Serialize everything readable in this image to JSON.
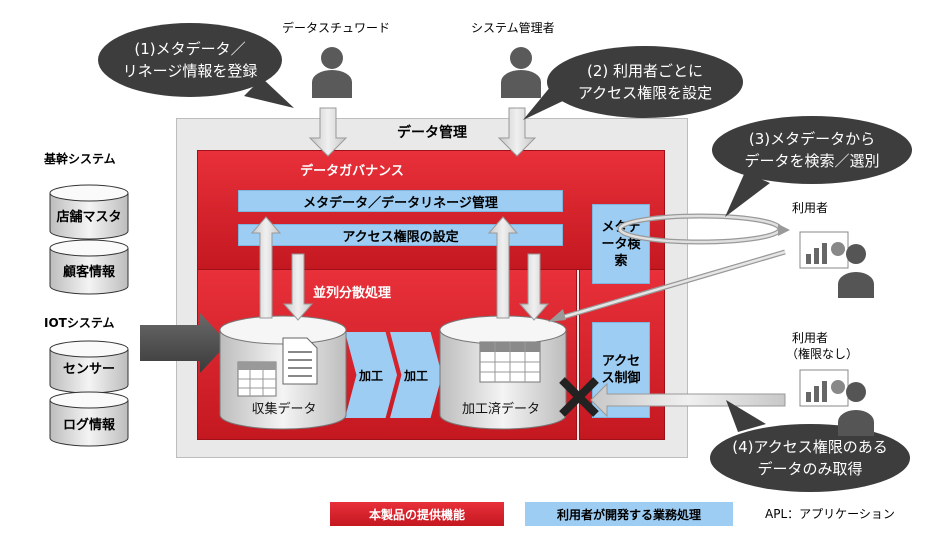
{
  "data_management": {
    "title": "データ管理",
    "governance": {
      "title": "データガバナンス",
      "meta_lineage": "メタデータ／データリネージ管理",
      "access_setting": "アクセス権限の設定",
      "meta_search": "メタデータ検索",
      "access_control": "アクセス制御"
    },
    "parallel": {
      "title": "並列分散処理",
      "collected": "収集データ",
      "process_1": "加工",
      "process_2": "加工",
      "processed": "加工済データ"
    }
  },
  "core_systems": {
    "title": "基幹システム",
    "items": [
      "店舗マスタ",
      "顧客情報"
    ]
  },
  "iot_systems": {
    "title": "IOTシステム",
    "items": [
      "センサー",
      "ログ情報"
    ]
  },
  "actors": {
    "steward": "データスチュワード",
    "sysadmin": "システム管理者",
    "user": "利用者",
    "user_restricted": "利用者",
    "user_restricted_note": "（権限なし）"
  },
  "bubbles": {
    "b1_line1": "(1)メタデータ／",
    "b1_line2": "リネージ情報を登録",
    "b2_line1": "(2) 利用者ごとに",
    "b2_line2": "アクセス権限を設定",
    "b3_line1": "(3)メタデータから",
    "b3_line2": "データを検索／選別",
    "b4_line1": "(4)アクセス権限のある",
    "b4_line2": "データのみ取得"
  },
  "legend": {
    "product": "本製品の提供機能",
    "user_dev": "利用者が開発する業務処理",
    "apl": "APL：アプリケーション"
  },
  "colors": {
    "red": "#d42029",
    "blue": "#9dcdf3",
    "bubble": "#3d3d3d",
    "arrow_gray": "#cfcfcf"
  }
}
